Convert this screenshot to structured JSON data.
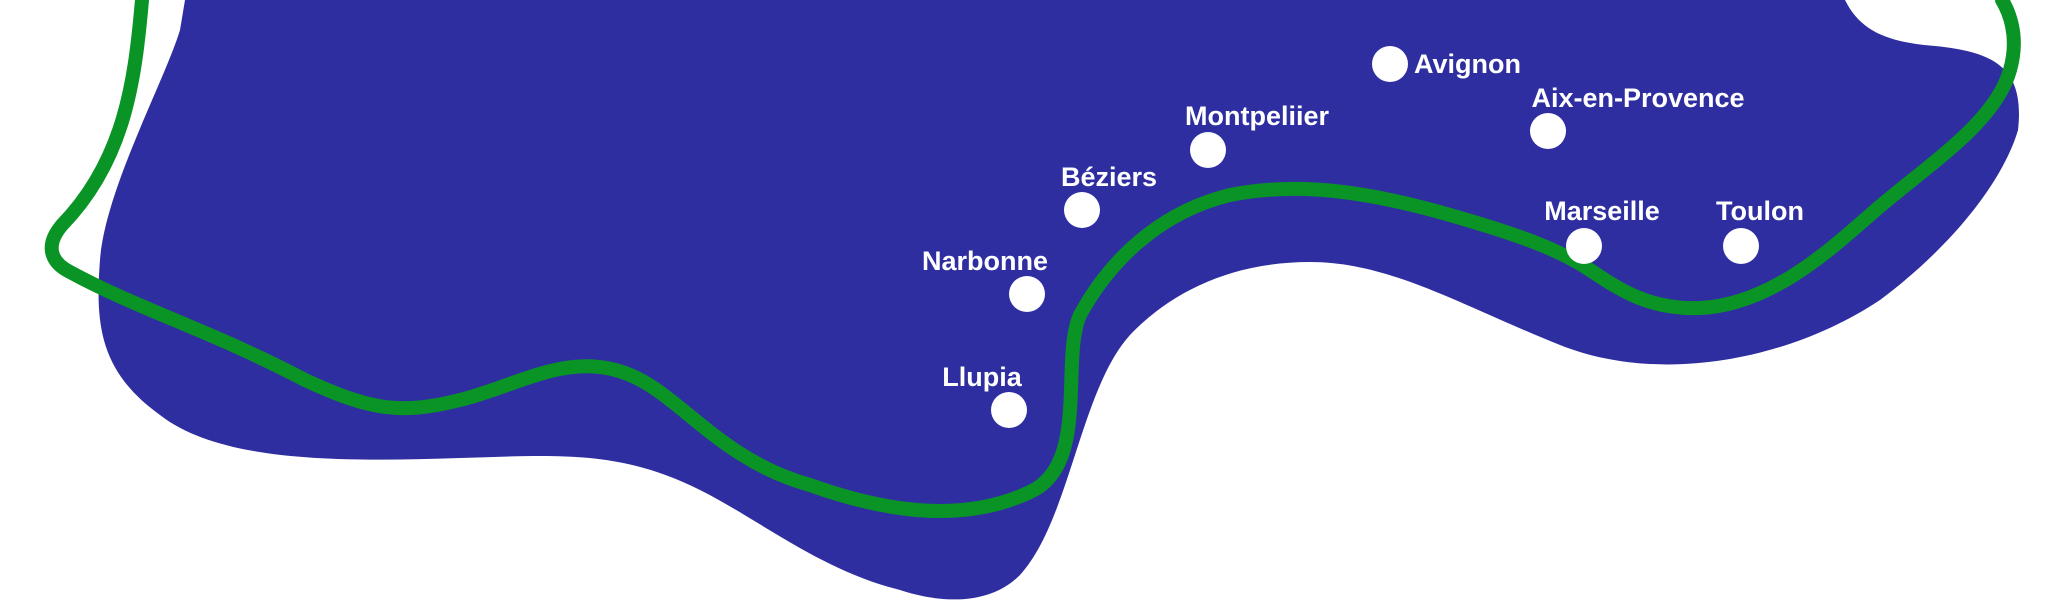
{
  "map": {
    "colors": {
      "background": "#ffffff",
      "region_fill": "#2e2ea0",
      "route_stroke": "#0a9426",
      "marker_fill": "#ffffff",
      "label_color": "#ffffff"
    },
    "cities": [
      {
        "id": "avignon",
        "name": "Avignon"
      },
      {
        "id": "aix-en-provence",
        "name": "Aix-en-Provence"
      },
      {
        "id": "montpellier",
        "name": "Montpeliier"
      },
      {
        "id": "beziers",
        "name": "Béziers"
      },
      {
        "id": "marseille",
        "name": "Marseille"
      },
      {
        "id": "toulon",
        "name": "Toulon"
      },
      {
        "id": "narbonne",
        "name": "Narbonne"
      },
      {
        "id": "llupia",
        "name": "Llupia"
      }
    ]
  }
}
